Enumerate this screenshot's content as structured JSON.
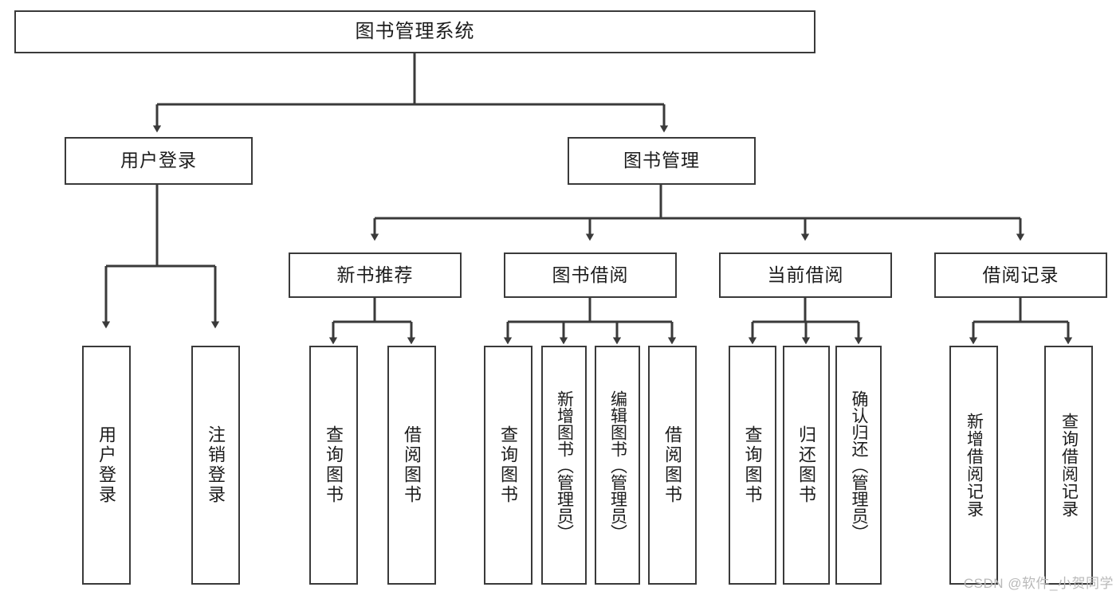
{
  "diagram": {
    "type": "tree-hierarchy-diagram",
    "title": "图书管理系统",
    "orientation": "top-down",
    "levels": 4,
    "root": {
      "label": "图书管理系统"
    },
    "level2": [
      {
        "label": "用户登录"
      },
      {
        "label": "图书管理"
      }
    ],
    "level3": [
      {
        "label": "新书推荐"
      },
      {
        "label": "图书借阅"
      },
      {
        "label": "当前借阅"
      },
      {
        "label": "借阅记录"
      }
    ],
    "leaves": {
      "user_login": [
        {
          "label": "用户登录"
        },
        {
          "label": "注销登录"
        }
      ],
      "new_book_recommend": [
        {
          "label": "查询图书"
        },
        {
          "label": "借阅图书"
        }
      ],
      "book_borrow": [
        {
          "label": "查询图书"
        },
        {
          "label": "新增图书（管理员）"
        },
        {
          "label": "编辑图书（管理员）"
        },
        {
          "label": "借阅图书"
        }
      ],
      "current_borrow": [
        {
          "label": "查询图书"
        },
        {
          "label": "归还图书"
        },
        {
          "label": "确认归还（管理员）"
        }
      ],
      "borrow_record": [
        {
          "label": "新增借阅记录"
        },
        {
          "label": "查询借阅记录"
        }
      ]
    }
  },
  "watermark": {
    "text": "CSDN @软件_小贺同学"
  },
  "colors": {
    "stroke": "#3a3a3a",
    "box_fill": "#ffffff",
    "text": "#1c1c1c",
    "watermark": "#b9b9b9",
    "background": "#ffffff"
  }
}
